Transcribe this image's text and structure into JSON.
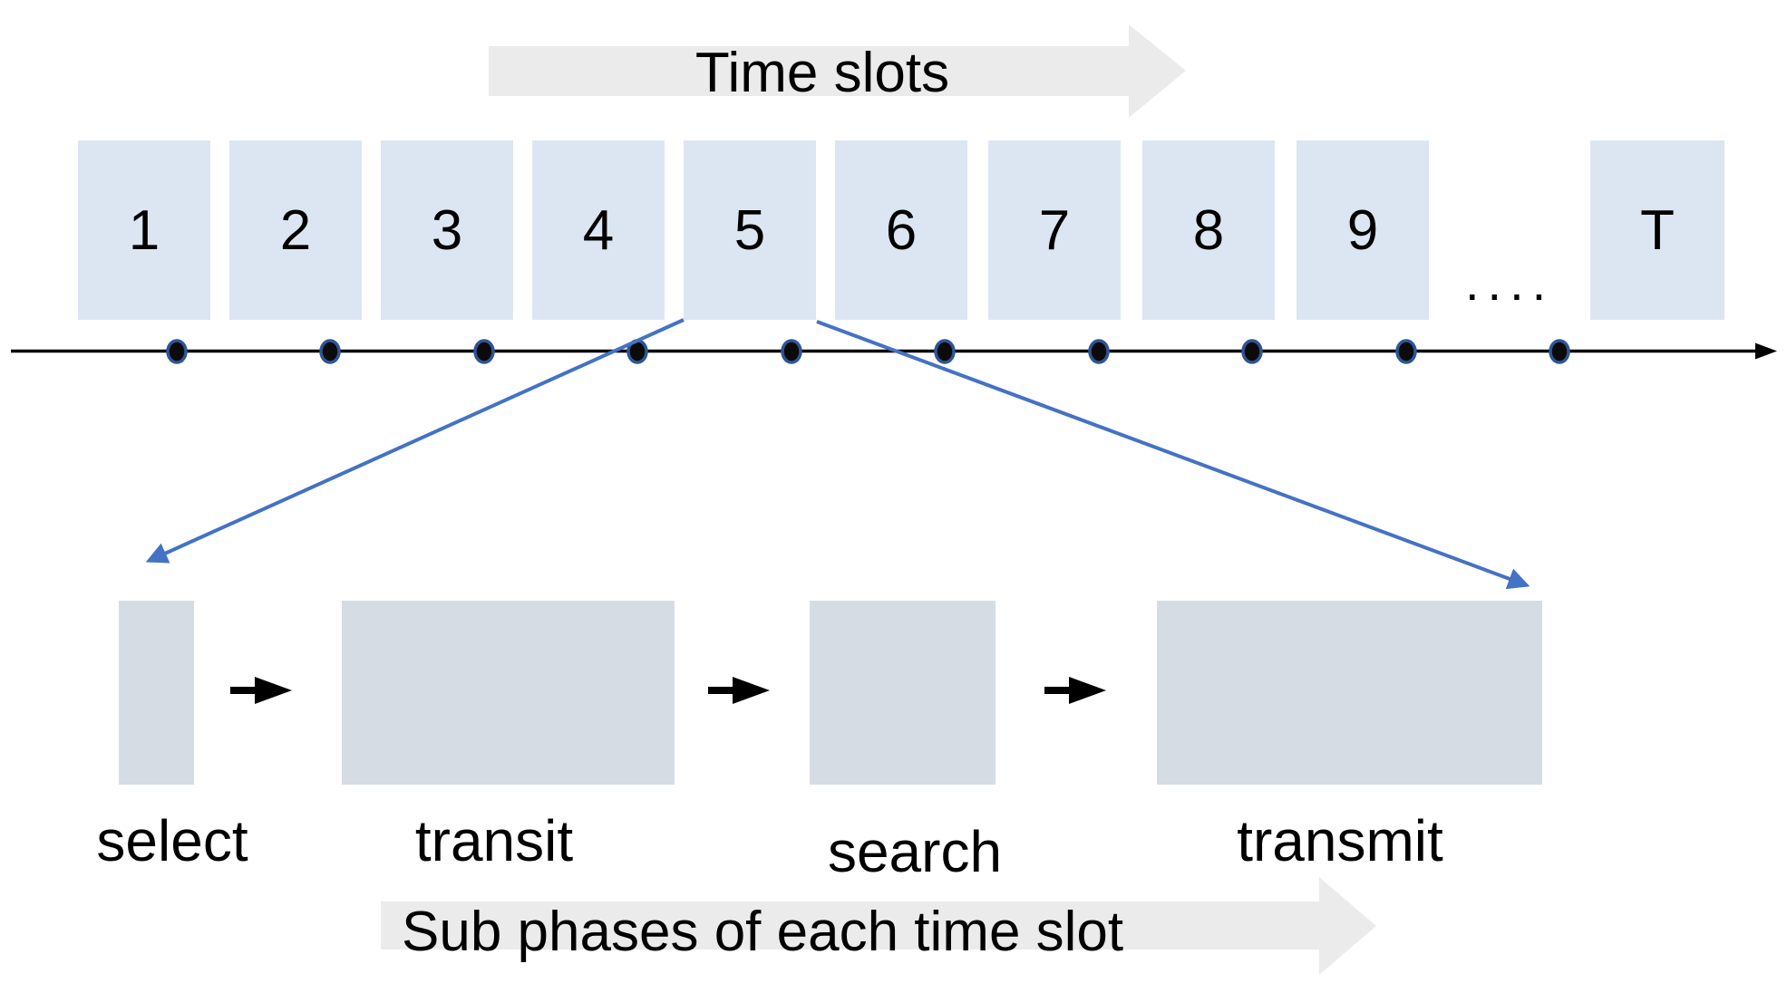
{
  "header": {
    "label": "Time slots"
  },
  "timeline": {
    "slots": [
      {
        "label": "1"
      },
      {
        "label": "2"
      },
      {
        "label": "3"
      },
      {
        "label": "4"
      },
      {
        "label": "5"
      },
      {
        "label": "6"
      },
      {
        "label": "7"
      },
      {
        "label": "8"
      },
      {
        "label": "9"
      },
      {
        "label": "T"
      }
    ],
    "ellipsis": "...."
  },
  "subphases": {
    "items": [
      {
        "label": "select"
      },
      {
        "label": "transit"
      },
      {
        "label": "search"
      },
      {
        "label": "transmit"
      }
    ],
    "caption": "Sub phases of each time slot"
  },
  "colors": {
    "slot_box_fill": "#dce6f2",
    "phase_box_fill": "#d5dce4",
    "banner_arrow_fill": "#ebebeb",
    "expansion_line_blue": "#4472c4",
    "timeline_dot_ring": "#2f5597",
    "flow_arrow_black": "#000000",
    "text": "#000000"
  }
}
